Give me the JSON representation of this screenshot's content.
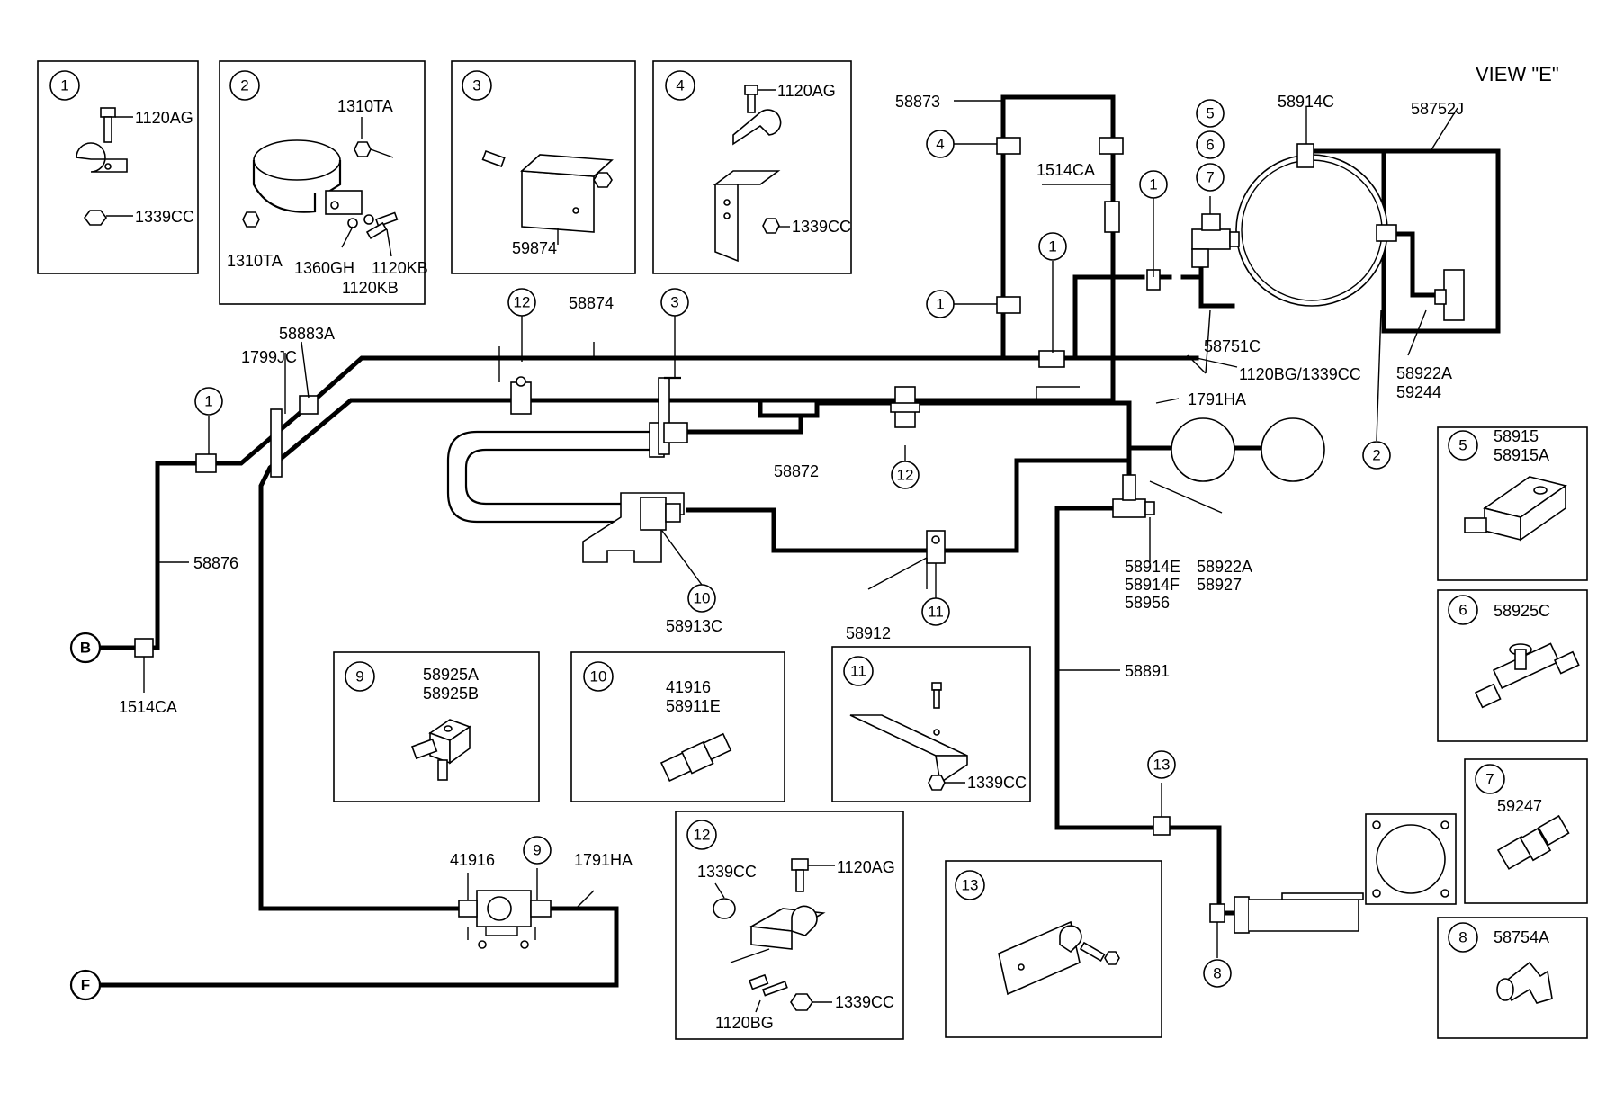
{
  "view_label": "VIEW \"E\"",
  "detail_boxes": [
    {
      "id": "d1",
      "num": "1",
      "labels": [
        "1120AG",
        "1339CC"
      ]
    },
    {
      "id": "d2",
      "num": "2",
      "labels": [
        "1310TA",
        "1310TA",
        "1360GH",
        "1120KB",
        "1120KB"
      ]
    },
    {
      "id": "d3",
      "num": "3",
      "labels": [
        "59874"
      ]
    },
    {
      "id": "d4",
      "num": "4",
      "labels": [
        "1120AG",
        "1339CC"
      ]
    },
    {
      "id": "d5",
      "num": "5",
      "labels": [
        "58915",
        "58915A"
      ]
    },
    {
      "id": "d6",
      "num": "6",
      "labels": [
        "58925C"
      ]
    },
    {
      "id": "d7",
      "num": "7",
      "labels": [
        "59247"
      ]
    },
    {
      "id": "d8",
      "num": "8",
      "labels": [
        "58754A"
      ]
    },
    {
      "id": "d9",
      "num": "9",
      "labels": [
        "58925A",
        "58925B"
      ]
    },
    {
      "id": "d10",
      "num": "10",
      "labels": [
        "41916",
        "58911E"
      ]
    },
    {
      "id": "d11",
      "num": "11",
      "labels": [
        "1339CC"
      ]
    },
    {
      "id": "d12",
      "num": "12",
      "labels": [
        "1339CC",
        "1120AG",
        "1120BG",
        "1339CC"
      ]
    },
    {
      "id": "d13",
      "num": "13",
      "labels": []
    }
  ],
  "main_labels": {
    "p58873": "58873",
    "p1514CA_top": "1514CA",
    "p58914C": "58914C",
    "p58752J": "58752J",
    "p58874": "58874",
    "p58883A": "58883A",
    "p1799JC": "1799JC",
    "p58751C": "58751C",
    "p1120BG_1339CC": "1120BG/1339CC",
    "p58922A_r1": "58922A",
    "p59244": "59244",
    "p1791HA_top": "1791HA",
    "p58872": "58872",
    "p58876": "58876",
    "p58914E": "58914E",
    "p58914F": "58914F",
    "p58956": "58956",
    "p58922A_r2": "58922A",
    "p58927": "58927",
    "p58913C": "58913C",
    "p58912": "58912",
    "p1514CA_bot": "1514CA",
    "p58891": "58891",
    "p41916": "41916",
    "p1791HA_bot": "1791HA"
  },
  "callouts": {
    "c4_main": "4",
    "c1_main_a": "1",
    "c1_main_b": "1",
    "c1_main_c": "1",
    "c1_main_d": "1",
    "c5_main": "5",
    "c6_main": "6",
    "c7_main": "7",
    "c12_main_a": "12",
    "c3_main": "3",
    "c12_main_b": "12",
    "c2_main": "2",
    "c10_main": "10",
    "c11_main": "11",
    "c9_main": "9",
    "c13_main": "13",
    "c8_main": "8"
  },
  "ends": {
    "b": "B",
    "f": "F"
  }
}
